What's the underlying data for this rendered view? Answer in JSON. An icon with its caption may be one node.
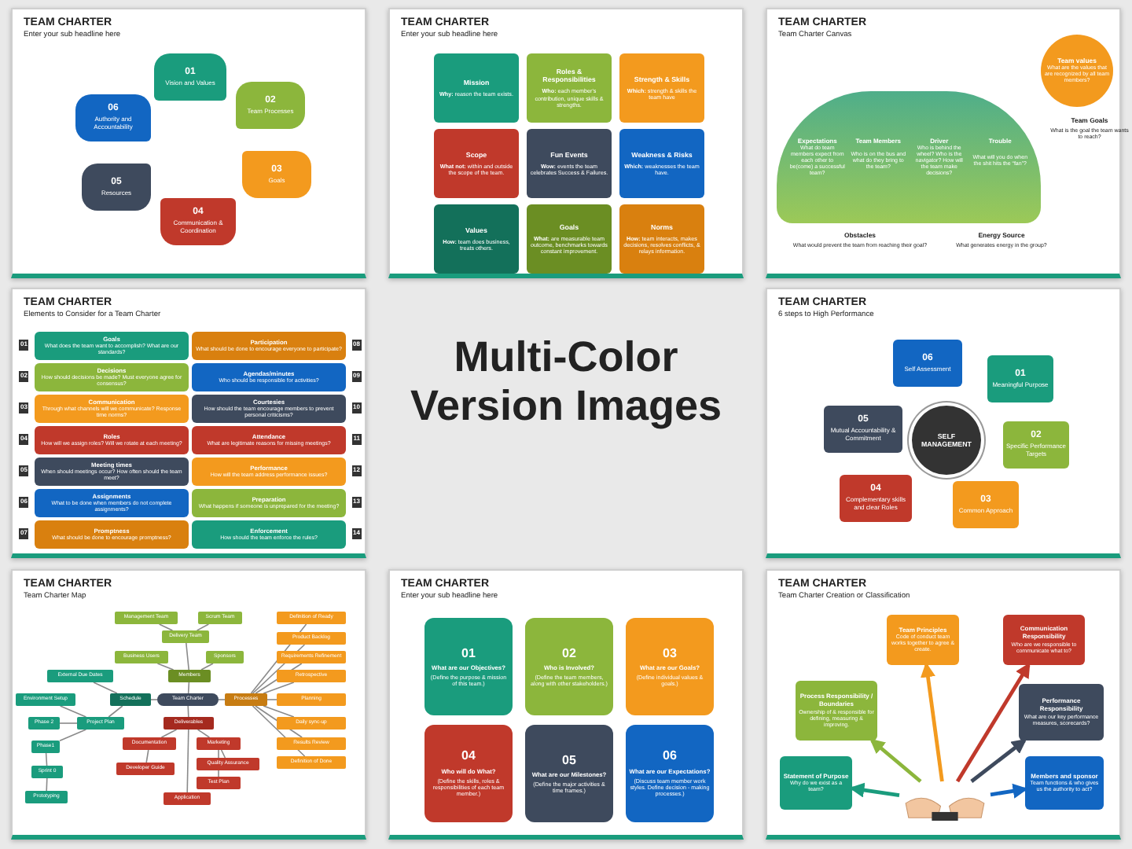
{
  "diagram": {
    "nodes": [
      {
        "text": [
          "TEAM CHARTER",
          "Enter your sub headline here"
        ]
      },
      {
        "text": [
          "01",
          "Vision and Values"
        ],
        "in": 0
      },
      {
        "text": [
          "02",
          "Team Processes"
        ],
        "in": 0
      },
      {
        "text": [
          "03",
          "Goals"
        ],
        "in": 0
      },
      {
        "text": [
          "04",
          "Communication & Coordination"
        ],
        "in": 0
      },
      {
        "text": [
          "05",
          "Resources"
        ],
        "in": 0
      },
      {
        "text": [
          "06",
          "Authority and Accountability"
        ],
        "in": 0
      },
      {
        "text": [
          "TEAM CHARTER",
          "Enter your sub headline here"
        ]
      },
      {
        "text": [
          "Mission",
          "**Why:** reason the team exists."
        ],
        "in": 7
      },
      {
        "text": [
          "Roles & Responsibilities",
          "**Who:** each member's contribution, unique skills & strengths."
        ],
        "in": 7
      },
      {
        "text": [
          "Strength & Skills",
          "**Which:** strength & skills the team have"
        ],
        "in": 7
      },
      {
        "text": [
          "Scope",
          "**What not:** within and outside the scope of the team."
        ],
        "in": 7
      },
      {
        "text": [
          "Fun Events",
          "**Wow:** events the team celebrates Success & Failures."
        ],
        "in": 7
      },
      {
        "text": [
          "Weakness & Risks",
          "**Which:** weaknesses the team have."
        ],
        "in": 7
      },
      {
        "text": [
          "Values",
          "**How:** team does business, treats others."
        ],
        "in": 7
      },
      {
        "text": [
          "Goals",
          "**What:** are measurable team outcome, benchmarks towards constant improvement."
        ],
        "in": 7
      },
      {
        "text": [
          "Norms",
          "**How:** team interacts, makes decisions, resolves conflicts, & relays information."
        ],
        "in": 7
      },
      {
        "text": [
          "TEAM CHARTER",
          "Team Charter Canvas"
        ]
      },
      {
        "text": [
          "Expectations",
          "What do team members expect from each other to be(come) a successful team?",
          "Team Members",
          "Who is on the bus and what do they bring to the team?",
          "Driver",
          "Who is behind the wheel? Who is the navigator? How will the team make decisions?",
          "Trouble",
          "What will you do when the shit hits the “fan”?"
        ],
        "in": 17
      },
      {
        "text": [
          "Team values",
          "What are the values that are recognized by all team members?"
        ],
        "in": 17
      },
      {
        "text": [
          "TEAM CHARTER",
          "Elements to Consider for a Team Charter"
        ]
      },
      {
        "text": [
          "Goals",
          "What does the team want to accomplish? What are our standards?"
        ],
        "beside": [
          "01"
        ],
        "in": 20
      },
      {
        "text": [
          "Decisions",
          "How should decisions be made? Must everyone agree for consensus?"
        ],
        "beside": [
          "02"
        ],
        "in": 20
      },
      {
        "text": [
          "Communication",
          "Through what channels will we communicate? Response time norms?"
        ],
        "beside": [
          "03"
        ],
        "in": 20
      },
      {
        "text": [
          "Roles",
          "How will we assign roles? Will we rotate at each meeting?"
        ],
        "beside": [
          "04"
        ],
        "in": 20
      },
      {
        "text": [
          "Meeting times",
          "When should meetings occur? How often should the team meet?"
        ],
        "beside": [
          "05"
        ],
        "in": 20
      },
      {
        "text": [
          "Assignments",
          "What to be done when members do not complete assignments?"
        ],
        "beside": [
          "06"
        ],
        "in": 20
      },
      {
        "text": [
          "Promptness",
          "What should be done to encourage promptness?"
        ],
        "beside": [
          "07"
        ],
        "in": 20
      },
      {
        "text": [
          "Participation",
          "What should be done to encourage everyone to participate?"
        ],
        "beside": [
          "08"
        ],
        "in": 20
      },
      {
        "text": [
          "Agendas/minutes",
          "Who should be responsible for activities?"
        ],
        "beside": [
          "09"
        ],
        "in": 20
      },
      {
        "text": [
          "Courtesies",
          "How should the team encourage members to prevent personal criticisms?"
        ],
        "beside": [
          "10"
        ],
        "in": 20
      },
      {
        "text": [
          "Attendance",
          "What are legitimate reasons for missing meetings?"
        ],
        "beside": [
          "11"
        ],
        "in": 20
      },
      {
        "text": [
          "Performance",
          "How will the team address performance issues?"
        ],
        "beside": [
          "12"
        ],
        "in": 20
      },
      {
        "text": [
          "Preparation",
          "What happens if someone is unprepared for the meeting?"
        ],
        "beside": [
          "13"
        ],
        "in": 20
      },
      {
        "text": [
          "Enforcement",
          "How should the team enforce the rules?"
        ],
        "beside": [
          "14"
        ],
        "in": 20
      },
      {
        "text": [
          "TEAM CHARTER",
          "6 steps to High Performance"
        ]
      },
      {
        "text": [
          "SELF MANAGEMENT"
        ],
        "in": 35
      },
      {
        "text": [
          "01",
          "Meaningful Purpose"
        ],
        "in": 35
      },
      {
        "text": [
          "02",
          "Specific Performance Targets"
        ],
        "in": 35
      },
      {
        "text": [
          "03",
          "Common Approach"
        ],
        "in": 35
      },
      {
        "text": [
          "04",
          "Complementary skills and clear Roles"
        ],
        "in": 35
      },
      {
        "text": [
          "05",
          "Mutual Accountability & Commitment"
        ],
        "in": 35
      },
      {
        "text": [
          "06",
          "Self Assessment"
        ],
        "in": 35
      },
      {
        "text": [
          "TEAM CHARTER",
          "Team Charter Map"
        ]
      },
      {
        "text": [
          "Management Team"
        ],
        "in": 43
      },
      {
        "text": [
          "Scrum Team"
        ],
        "in": 43
      },
      {
        "text": [
          "Delivery Team"
        ],
        "in": 43
      },
      {
        "text": [
          "Business Users"
        ],
        "in": 43
      },
      {
        "text": [
          "Sponsors"
        ],
        "in": 43
      },
      {
        "text": [
          "Members"
        ],
        "in": 43
      },
      {
        "text": [
          "External Due Dates"
        ],
        "in": 43
      },
      {
        "text": [
          "Schedule"
        ],
        "in": 43
      },
      {
        "text": [
          "Team Charter"
        ],
        "in": 43
      },
      {
        "text": [
          "Processes"
        ],
        "in": 43
      },
      {
        "text": [
          "Environment Setup"
        ],
        "in": 43
      },
      {
        "text": [
          "Phase 2"
        ],
        "in": 43
      },
      {
        "text": [
          "Project Plan"
        ],
        "in": 43
      },
      {
        "text": [
          "Phase1"
        ],
        "in": 43
      },
      {
        "text": [
          "Sprint 0"
        ],
        "in": 43
      },
      {
        "text": [
          "Prototyping"
        ],
        "in": 43
      },
      {
        "text": [
          "Deliverables"
        ],
        "in": 43
      },
      {
        "text": [
          "Documentation"
        ],
        "in": 43
      },
      {
        "text": [
          "Marketing"
        ],
        "in": 43
      },
      {
        "text": [
          "Developer Guide"
        ],
        "in": 43
      },
      {
        "text": [
          "Quality Assurance"
        ],
        "in": 43
      },
      {
        "text": [
          "Test Plan"
        ],
        "in": 43
      },
      {
        "text": [
          "Application"
        ],
        "in": 43
      },
      {
        "text": [
          "Definition of Ready"
        ],
        "in": 43
      },
      {
        "text": [
          "Product Backlog"
        ],
        "in": 43
      },
      {
        "text": [
          "Requirements Refinement"
        ],
        "in": 43
      },
      {
        "text": [
          "Retrospective"
        ],
        "in": 43
      },
      {
        "text": [
          "Planning"
        ],
        "in": 43
      },
      {
        "text": [
          "Daily sync-up"
        ],
        "in": 43
      },
      {
        "text": [
          "Results Review"
        ],
        "in": 43
      },
      {
        "text": [
          "Definition of Done"
        ],
        "in": 43
      },
      {
        "text": [
          "TEAM CHARTER",
          "Enter your sub headline here"
        ]
      },
      {
        "text": [
          "01",
          "What are our Objectives?",
          "(Define the purpose & mission of this team.)"
        ],
        "in": 75
      },
      {
        "text": [
          "02",
          "Who is Involved?",
          "(Define the team members, along with other stakeholders.)"
        ],
        "in": 75
      },
      {
        "text": [
          "03",
          "What are our Goals?",
          "(Define individual values & goals.)"
        ],
        "in": 75
      },
      {
        "text": [
          "04",
          "Who will do What?",
          "(Define the skills, roles & responsibilities of each team member.)"
        ],
        "in": 75
      },
      {
        "text": [
          "05",
          "What are our Milestones?",
          "(Define the major activities & time frames.)"
        ],
        "in": 75
      },
      {
        "text": [
          "06",
          "What are our Expectations?",
          "(Discuss team member work styles. Define decision - making processes.)"
        ],
        "in": 75
      },
      {
        "text": [
          "TEAM CHARTER",
          "Team Charter Creation or Classification"
        ]
      },
      {
        "text": [
          "Team Principles",
          "Code of conduct team works together to agree & create."
        ],
        "in": 82
      },
      {
        "text": [
          "Communication Responsibility",
          "Who are we responsible to communicate what to?"
        ],
        "in": 82
      },
      {
        "text": [
          "Process Responsibility / Boundaries",
          "Ownership of & responsible for defining, measuring & improving."
        ],
        "in": 82
      },
      {
        "text": [
          "Performance Responsibility",
          "What are our key performance measures, scorecards?"
        ],
        "in": 82
      },
      {
        "text": [
          "Statement of Purpose",
          "Why do we exist as a team?"
        ],
        "in": 82
      },
      {
        "text": [
          "Members and sponsor",
          "Team functions & who gives us the authority to act?"
        ],
        "in": 82
      },
      {
        "text": [],
        "shape": "picture",
        "in": 82
      }
    ],
    "edges": [
      {
        "from": 44,
        "to": 46,
        "arrow": "none"
      },
      {
        "from": 45,
        "to": 46,
        "arrow": "none"
      },
      {
        "from": 46,
        "to": 49,
        "arrow": "none"
      },
      {
        "from": 47,
        "to": 49,
        "arrow": "none"
      },
      {
        "from": 48,
        "to": 49,
        "arrow": "none"
      },
      {
        "from": 49,
        "to": 52,
        "arrow": "none"
      },
      {
        "from": 52,
        "to": 51,
        "arrow": "none"
      },
      {
        "from": 52,
        "to": 53,
        "arrow": "none"
      },
      {
        "from": 52,
        "to": 60,
        "arrow": "none"
      },
      {
        "from": 51,
        "to": 50,
        "arrow": "none"
      },
      {
        "from": 51,
        "to": 56,
        "arrow": "none"
      },
      {
        "from": 56,
        "to": 54,
        "arrow": "none"
      },
      {
        "from": 56,
        "to": 55,
        "arrow": "none"
      },
      {
        "from": 56,
        "to": 57,
        "arrow": "none"
      },
      {
        "from": 57,
        "to": 58,
        "arrow": "none"
      },
      {
        "from": 58,
        "to": 59,
        "arrow": "none"
      },
      {
        "from": 60,
        "to": 61,
        "arrow": "none"
      },
      {
        "from": 60,
        "to": 62,
        "arrow": "none"
      },
      {
        "from": 61,
        "to": 63,
        "arrow": "none"
      },
      {
        "from": 62,
        "to": 64,
        "arrow": "none"
      },
      {
        "from": 62,
        "to": 65,
        "arrow": "none"
      },
      {
        "from": 60,
        "to": 66,
        "arrow": "none"
      },
      {
        "from": 53,
        "to": 67,
        "arrow": "none"
      },
      {
        "from": 53,
        "to": 68,
        "arrow": "none"
      },
      {
        "from": 53,
        "to": 69,
        "arrow": "none"
      },
      {
        "from": 53,
        "to": 70,
        "arrow": "none"
      },
      {
        "from": 53,
        "to": 71,
        "arrow": "none"
      },
      {
        "from": 53,
        "to": 72,
        "arrow": "none"
      },
      {
        "from": 53,
        "to": 73,
        "arrow": "none"
      },
      {
        "from": 53,
        "to": 74,
        "arrow": "none"
      },
      {
        "from": 89,
        "to": 83,
        "arrow": "to",
        "style": "thick",
        "color": "#f39a1e"
      },
      {
        "from": 89,
        "to": 84,
        "arrow": "to",
        "style": "thick",
        "color": "#c0392b"
      },
      {
        "from": 89,
        "to": 85,
        "arrow": "to",
        "style": "thick",
        "color": "#8cb63c"
      },
      {
        "from": 89,
        "to": 86,
        "arrow": "to",
        "style": "thick",
        "color": "#3e4a5d"
      },
      {
        "from": 89,
        "to": 87,
        "arrow": "to",
        "style": "thick",
        "color": "#1a9c7d"
      },
      {
        "from": 89,
        "to": 88,
        "arrow": "to",
        "style": "thick",
        "color": "#1266c2"
      }
    ],
    "labels": [
      "Team Goals",
      "What is the goal the team wants to reach?",
      "Obstacles",
      "What would prevent the team from reaching their goal?",
      "Energy Source",
      "What generates energy in the group?",
      "Multi-Color Version Images"
    ]
  }
}
